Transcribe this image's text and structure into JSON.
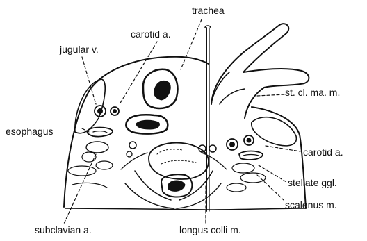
{
  "labels": {
    "trachea": "trachea",
    "carotid_left": "carotid a.",
    "jugular": "jugular v.",
    "st_cl_ma": "st. cl. ma. m.",
    "esophagus": "esophagus",
    "carotid_right": "carotid a.",
    "stellate": "stellate ggl.",
    "scalenus": "scalenus m.",
    "subclavian": "subclavian a.",
    "longus_colli": "longus colli m."
  }
}
